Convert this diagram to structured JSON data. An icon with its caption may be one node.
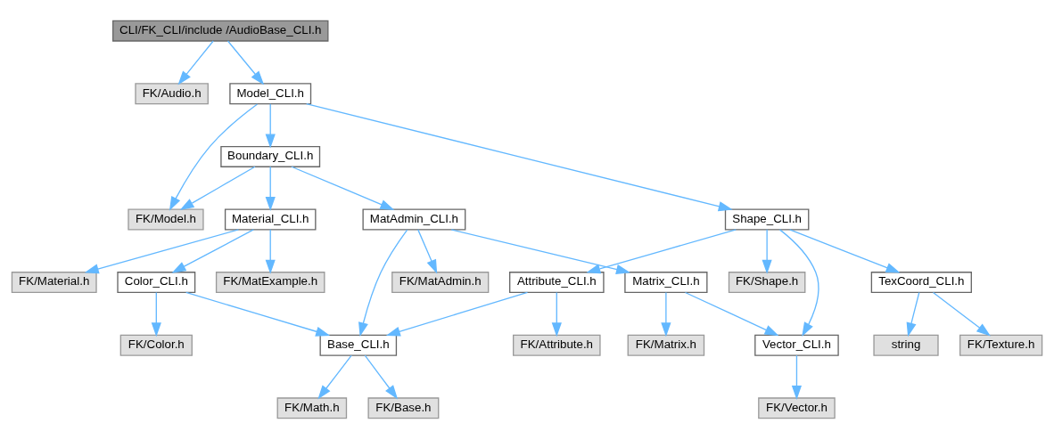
{
  "diagram": {
    "nodes": [
      {
        "text": [
          "CLI/FK_CLI/include /AudioBase_CLI.h"
        ]
      },
      {
        "text": [
          "FK/Audio.h"
        ]
      },
      {
        "text": [
          "Model_CLI.h"
        ]
      },
      {
        "text": [
          "Boundary_CLI.h"
        ]
      },
      {
        "text": [
          "FK/Model.h"
        ]
      },
      {
        "text": [
          "MatAdmin_CLI.h"
        ]
      },
      {
        "text": [
          "Material_CLI.h"
        ]
      },
      {
        "text": [
          "Shape_CLI.h"
        ]
      },
      {
        "text": [
          "Matrix_CLI.h"
        ]
      },
      {
        "text": [
          "FK/MatAdmin.h"
        ]
      },
      {
        "text": [
          "FK/MatExample.h"
        ]
      },
      {
        "text": [
          "FK/Material.h"
        ]
      },
      {
        "text": [
          "Color_CLI.h"
        ]
      },
      {
        "text": [
          "FK/Shape.h"
        ]
      },
      {
        "text": [
          "Attribute_CLI.h"
        ]
      },
      {
        "text": [
          "TexCoord_CLI.h"
        ]
      },
      {
        "text": [
          "FK/Matrix.h"
        ]
      },
      {
        "text": [
          "Vector_CLI.h"
        ]
      },
      {
        "text": [
          "Base_CLI.h"
        ]
      },
      {
        "text": [
          "FK/Color.h"
        ]
      },
      {
        "text": [
          "FK/Attribute.h"
        ]
      },
      {
        "text": [
          "FK/Texture.h"
        ]
      },
      {
        "text": [
          "string"
        ]
      },
      {
        "text": [
          "FK/Vector.h"
        ]
      },
      {
        "text": [
          "FK/Math.h"
        ]
      },
      {
        "text": [
          "FK/Base.h"
        ]
      }
    ],
    "edges": [
      {
        "from": 0,
        "to": 1,
        "arrow": "to"
      },
      {
        "from": 0,
        "to": 2,
        "arrow": "to"
      },
      {
        "from": 2,
        "to": 4,
        "arrow": "to"
      },
      {
        "from": 2,
        "to": 3,
        "arrow": "to"
      },
      {
        "from": 2,
        "to": 7,
        "arrow": "to"
      },
      {
        "from": 3,
        "to": 4,
        "arrow": "to"
      },
      {
        "from": 3,
        "to": 5,
        "arrow": "to"
      },
      {
        "from": 3,
        "to": 6,
        "arrow": "to"
      },
      {
        "from": 5,
        "to": 8,
        "arrow": "to"
      },
      {
        "from": 5,
        "to": 9,
        "arrow": "to"
      },
      {
        "from": 5,
        "to": 18,
        "arrow": "to"
      },
      {
        "from": 6,
        "to": 10,
        "arrow": "to"
      },
      {
        "from": 6,
        "to": 11,
        "arrow": "to"
      },
      {
        "from": 6,
        "to": 12,
        "arrow": "to"
      },
      {
        "from": 7,
        "to": 17,
        "arrow": "to"
      },
      {
        "from": 7,
        "to": 13,
        "arrow": "to"
      },
      {
        "from": 7,
        "to": 14,
        "arrow": "to"
      },
      {
        "from": 7,
        "to": 15,
        "arrow": "to"
      },
      {
        "from": 8,
        "to": 16,
        "arrow": "to"
      },
      {
        "from": 8,
        "to": 17,
        "arrow": "to"
      },
      {
        "from": 12,
        "to": 18,
        "arrow": "to"
      },
      {
        "from": 12,
        "to": 19,
        "arrow": "to"
      },
      {
        "from": 14,
        "to": 18,
        "arrow": "to"
      },
      {
        "from": 14,
        "to": 20,
        "arrow": "to"
      },
      {
        "from": 15,
        "to": 21,
        "arrow": "to"
      },
      {
        "from": 15,
        "to": 22,
        "arrow": "to"
      },
      {
        "from": 17,
        "to": 23,
        "arrow": "to"
      },
      {
        "from": 18,
        "to": 24,
        "arrow": "to"
      },
      {
        "from": 18,
        "to": 25,
        "arrow": "to"
      }
    ]
  }
}
